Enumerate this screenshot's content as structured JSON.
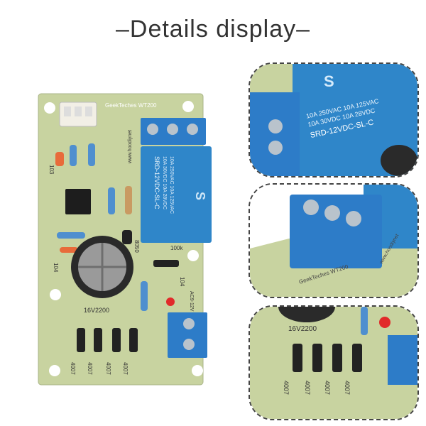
{
  "title": "Details display",
  "board": {
    "brand": "GeekTeches WT200",
    "website": "www.hoodiynet",
    "relay_lines": [
      "10A 250VAC 10A 125VAC",
      "10A 30VDC 10A 28VDC",
      "SRD-12VDC-SL-C"
    ],
    "relay_model": "SRD-12VDC-SL-C",
    "relay_brand_mark": "S",
    "cap_label": "16V2200",
    "transistor_label": "8050",
    "cap_code_a": "103",
    "cap_code_b": "104",
    "cap_code_c": "104",
    "ac_label": "AC9-12V",
    "diode_label": "4007",
    "resistor_label": "100k"
  },
  "colors": {
    "pcb": "#c8d3a0",
    "relay": "#2f86c9",
    "terminal": "#2d7cc8",
    "cap": "#2a2a2a"
  }
}
